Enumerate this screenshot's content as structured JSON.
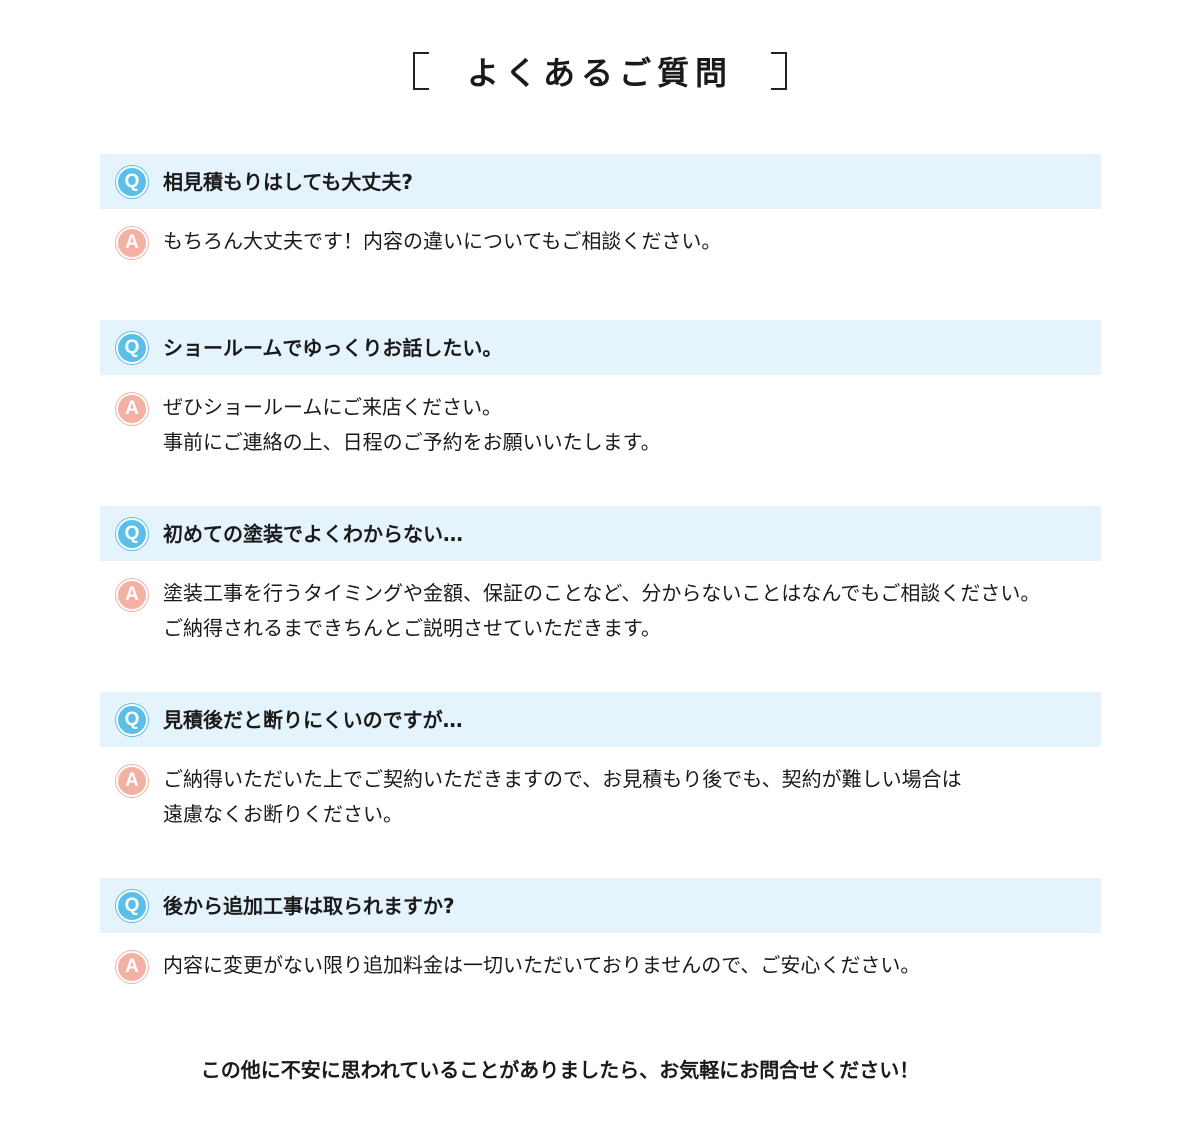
{
  "section": {
    "title": "よくあるご質問"
  },
  "faq": [
    {
      "q_mark": "Q",
      "question": "相見積もりはしても大丈夫?",
      "a_mark": "A",
      "answer_lines": [
        "もちろん大丈夫です！内容の違いについてもご相談ください。"
      ]
    },
    {
      "q_mark": "Q",
      "question": "ショールームでゆっくりお話したい。",
      "a_mark": "A",
      "answer_lines": [
        "ぜひショールームにご来店ください。",
        "事前にご連絡の上、日程のご予約をお願いいたします。"
      ]
    },
    {
      "q_mark": "Q",
      "question": "初めての塗装でよくわからない…",
      "a_mark": "A",
      "answer_lines": [
        "塗装工事を行うタイミングや金額、保証のことなど、分からないことはなんでもご相談ください。",
        "ご納得されるまできちんとご説明させていただきます。"
      ]
    },
    {
      "q_mark": "Q",
      "question": "見積後だと断りにくいのですが…",
      "a_mark": "A",
      "answer_lines": [
        "ご納得いただいた上でご契約いただきますので、お見積もり後でも、契約が難しい場合は",
        "遠慮なくお断りください。"
      ]
    },
    {
      "q_mark": "Q",
      "question": "後から追加工事は取られますか?",
      "a_mark": "A",
      "answer_lines": [
        "内容に変更がない限り追加料金は一切いただいておりませんので、ご安心ください。"
      ]
    }
  ],
  "footer": {
    "message": "この他に不安に思われていることがありましたら、お気軽にお問合せください！"
  },
  "colors": {
    "question_bg": "#e5f3fc",
    "q_badge": "#5bbfe8",
    "a_badge": "#f3b1a4",
    "text": "#1a1a1a"
  },
  "icons": {
    "q_badge": "question-badge-icon",
    "a_badge": "answer-badge-icon"
  }
}
